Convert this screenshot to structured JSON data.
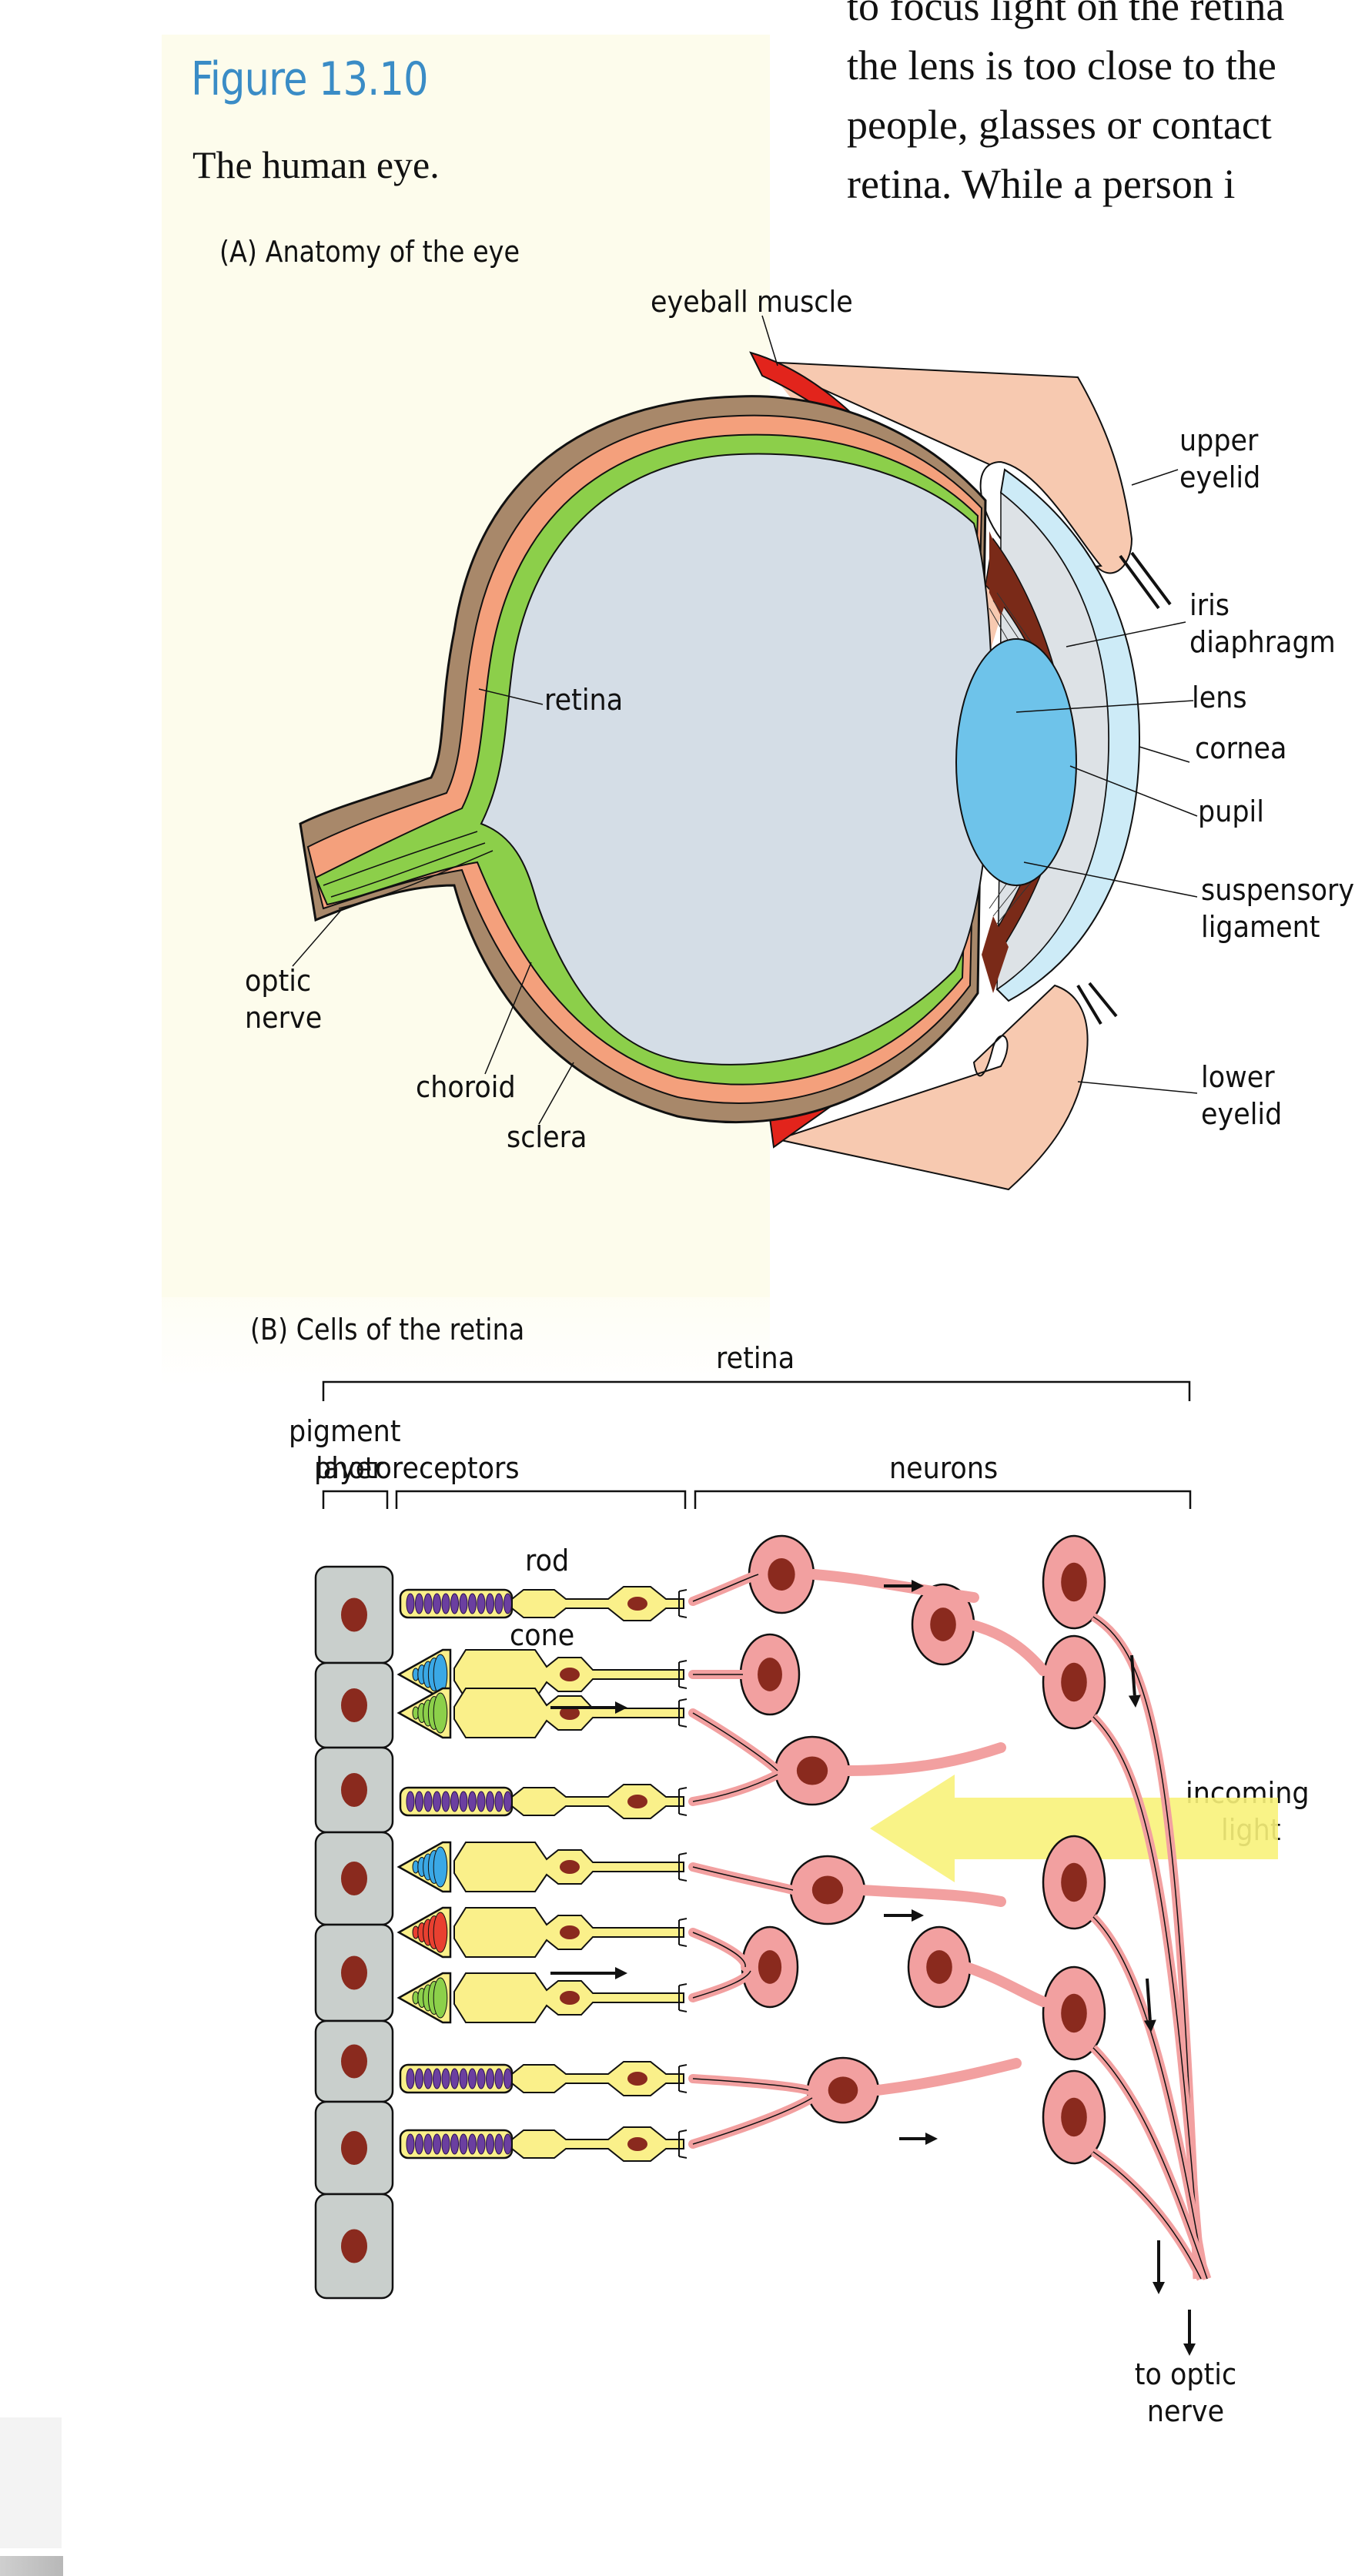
{
  "figure": {
    "number": "Figure 13.10",
    "caption": "The human eye."
  },
  "body_text": {
    "lines": [
      "to focus light on the retina",
      "the lens is too close to the",
      "people, glasses or contact",
      "retina.  While  a  person  i"
    ]
  },
  "panel_a": {
    "title": "(A)  Anatomy of the eye",
    "labels": {
      "eyeball_muscle": "eyeball muscle",
      "upper_eyelid_1": "upper",
      "upper_eyelid_2": "eyelid",
      "iris_1": "iris",
      "iris_2": "diaphragm",
      "lens": "lens",
      "cornea": "cornea",
      "pupil": "pupil",
      "suspensory_1": "suspensory",
      "suspensory_2": "ligament",
      "retina": "retina",
      "optic_nerve_1": "optic",
      "optic_nerve_2": "nerve",
      "choroid": "choroid",
      "sclera": "sclera",
      "lower_eyelid_1": "lower",
      "lower_eyelid_2": "eyelid"
    }
  },
  "panel_b": {
    "title": "(B)  Cells of the retina",
    "labels": {
      "retina": "retina",
      "pigment_1": "pigment",
      "pigment_2": "layer",
      "photoreceptors": "photoreceptors",
      "neurons": "neurons",
      "rod": "rod",
      "cone": "cone",
      "incoming_1": "incoming",
      "incoming_2": "light",
      "to_optic_1": "to optic",
      "to_optic_2": "nerve"
    },
    "photoreceptor_sequence": [
      "rod",
      "cone-blue",
      "cone-green",
      "rod",
      "cone-blue",
      "cone-red",
      "cone-green",
      "rod",
      "rod"
    ]
  },
  "colors": {
    "title_blue": "#3a8cc6",
    "sclera": "#a8886a",
    "choroid": "#f4a07c",
    "retina_green": "#8ccf4a",
    "vitreous": "#d4dde6",
    "lens": "#6ec3ea",
    "cornea": "#cdebf7",
    "iris": "#7a2a18",
    "eyelid": "#f7c9b0",
    "muscle": "#e2241c",
    "pigment_cell": "#c9cfcc",
    "nucleus": "#8a2a1e",
    "photoreceptor": "#faf08a",
    "rod_disc": "#6b3fa0",
    "neuron": "#f2a0a0",
    "light_arrow": "#f8f27a"
  }
}
